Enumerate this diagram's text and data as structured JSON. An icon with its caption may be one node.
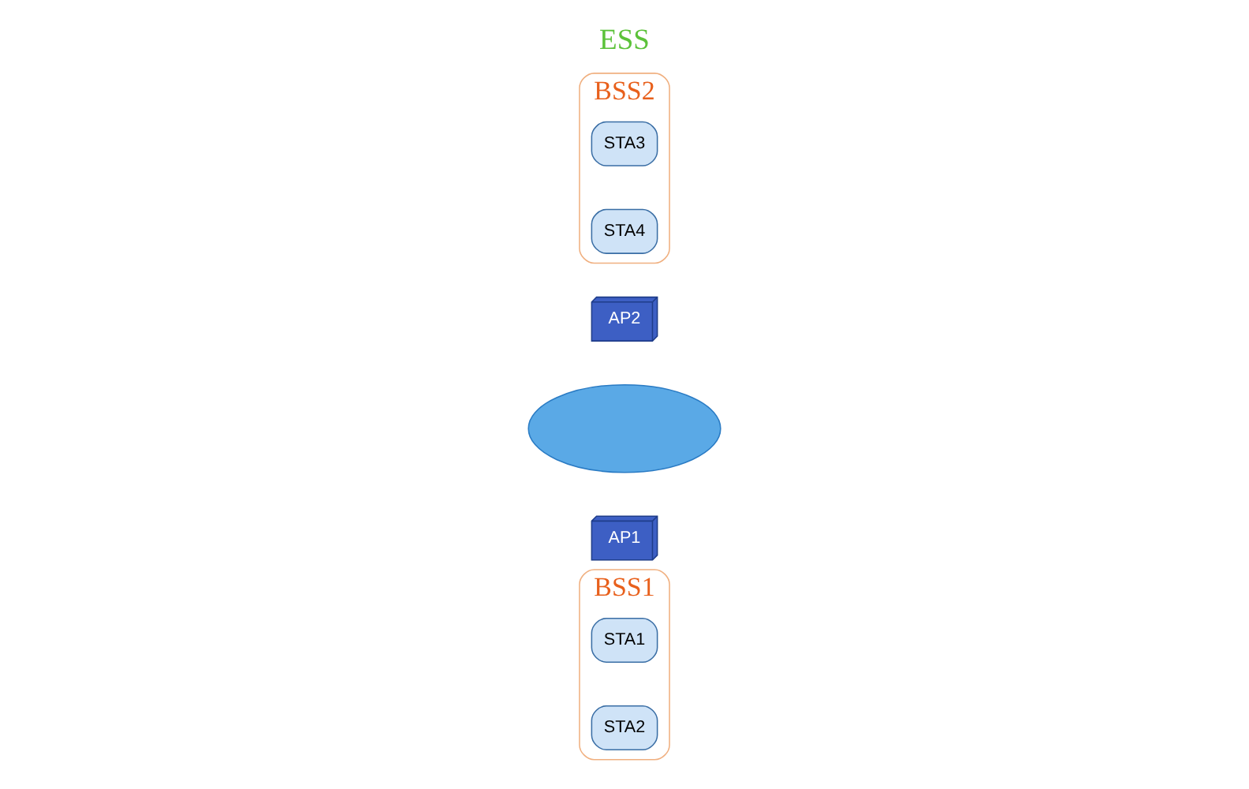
{
  "diagram": {
    "nodes": [
      {
        "text": [
          "BSS1"
        ]
      },
      {
        "text": [
          "STA1"
        ],
        "in": 0
      },
      {
        "text": [
          "STA2"
        ],
        "in": 0
      },
      {
        "text": [
          "AP1"
        ]
      },
      {
        "text": [],
        "shape": "cloud"
      },
      {
        "text": [
          "AP2"
        ]
      },
      {
        "text": [
          "BSS2"
        ]
      },
      {
        "text": [
          "STA3"
        ],
        "in": 6
      },
      {
        "text": [
          "STA4"
        ],
        "in": 6
      }
    ],
    "labels": [
      "ESS"
    ]
  }
}
